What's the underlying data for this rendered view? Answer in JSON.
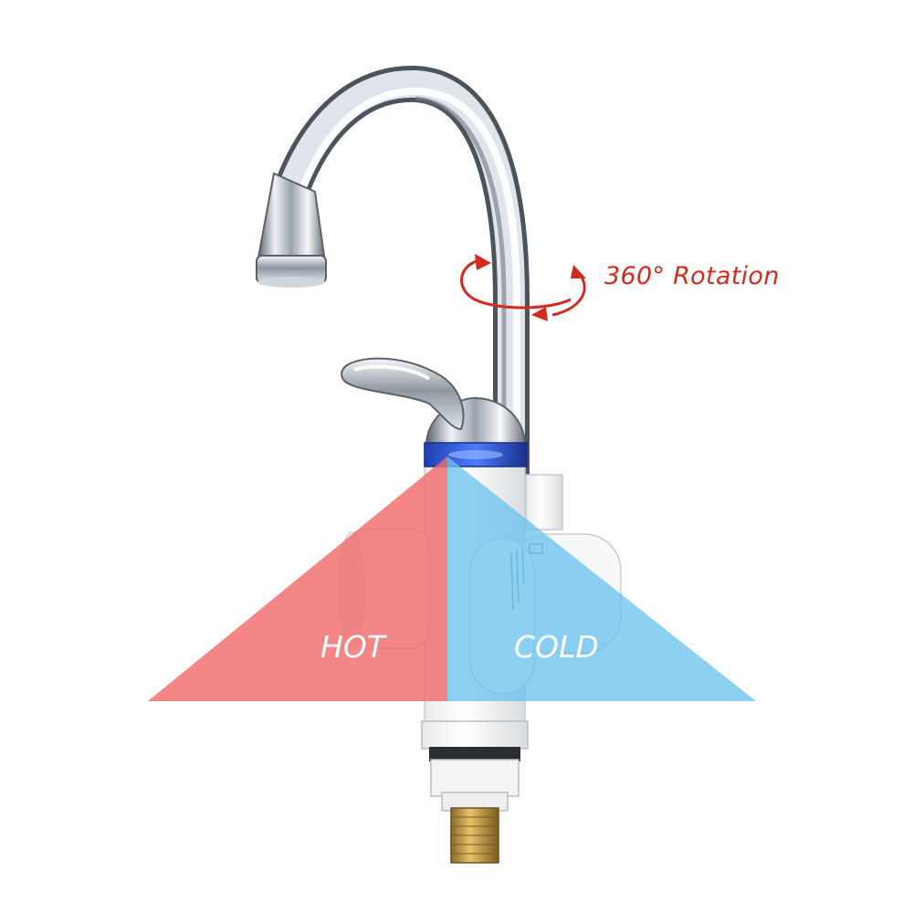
{
  "labels": {
    "rotation": "360° Rotation",
    "hot": "HOT",
    "cold": "COLD"
  },
  "colors": {
    "hot": "#f26b6b",
    "cold": "#6cc3ee",
    "rotation_arrow": "#d42a20",
    "chrome": "#b9c0c8",
    "led_ring": "#2b56d6",
    "brass": "#c9a24a"
  },
  "icons": {
    "rotation_arrow": "circular-rotation-arrow-icon"
  }
}
